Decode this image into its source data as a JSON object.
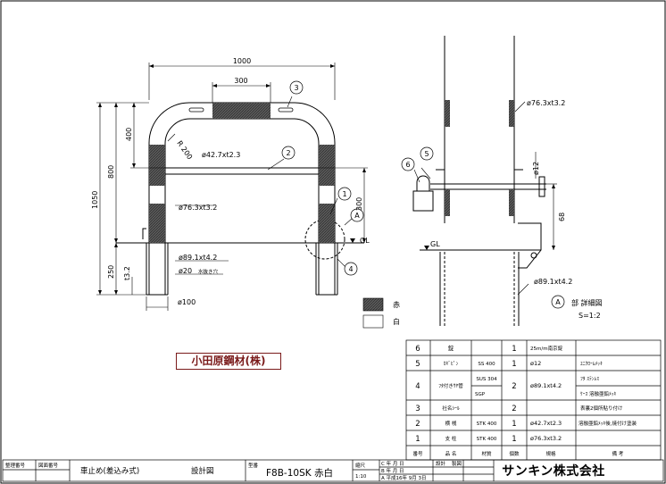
{
  "drawing": {
    "overall_width": "1000",
    "stripe_width": "300",
    "radius": "R 200",
    "height_400": "400",
    "height_800": "800",
    "height_1050": "1050",
    "height_250": "250",
    "height_300": "300",
    "crossbar_pipe": "ø42.7xt2.3",
    "main_pipe": "ø76.3xt3.2",
    "sleeve_pipe": "ø89.1xt4.2",
    "hole": "ø20",
    "hole_note": "水抜き穴",
    "base_dia": "ø100",
    "t32": "t3.2",
    "gl": "GL",
    "detail_main_pipe": "ø76.3xt3.2",
    "detail_pin": "ø12",
    "detail_68": "68",
    "detail_sleeve": "ø89.1xt4.2",
    "detail_mark": "A",
    "detail_title": "部  詳細図",
    "detail_scale": "S=1:2",
    "balloons": [
      "1",
      "2",
      "3",
      "4",
      "5",
      "6"
    ]
  },
  "legend": {
    "red": "赤",
    "white": "白"
  },
  "stamp": "小田原鋼材(株)",
  "parts": [
    {
      "no": "6",
      "name": "錠",
      "mat": "",
      "qty": "1",
      "spec": "25m/m南京錠",
      "note": ""
    },
    {
      "no": "5",
      "name": "ｶｷﾞﾋﾟﾝ",
      "mat": "SS 400",
      "qty": "1",
      "spec": "ø12",
      "note": "ﾕﾆｸﾛｰﾑﾒｯｷ"
    },
    {
      "no": "4",
      "name": "ﾌﾀ付きｻﾔ管",
      "mat": "SUS 304",
      "mat2": "SGP",
      "qty": "2",
      "spec": "ø89.1xt4.2",
      "note": "ﾌﾀ  ｽﾃﾝﾚｽ",
      "note2": "ｹｰｽ  溶融亜鉛ﾒｯｷ"
    },
    {
      "no": "3",
      "name": "社名ｼｰﾙ",
      "mat": "",
      "qty": "2",
      "spec": "",
      "note": "表裏2個所貼り付け"
    },
    {
      "no": "2",
      "name": "横  桟",
      "mat": "STK 400",
      "qty": "1",
      "spec": "ø42.7xt2.3",
      "note": "溶融亜鉛ﾒｯｷ後,焼付け塗装"
    },
    {
      "no": "1",
      "name": "支  柱",
      "mat": "STK 400",
      "qty": "1",
      "spec": "ø76.3xt3.2",
      "note": ""
    }
  ],
  "parts_header": {
    "no": "番号",
    "name": "品  名",
    "mat": "材質",
    "qty": "個数",
    "spec": "規格",
    "note": "備  考"
  },
  "title_block": {
    "mgmt_no_label": "整理番号",
    "drawing_no_label": "図面番号",
    "product": "車止め(差込み式)",
    "doc_type": "設計図",
    "model_label": "型番",
    "model": "F8B-10SK  赤白",
    "scale_label": "縮尺",
    "scale": "1:10",
    "rev_c": "C 年  月  日",
    "rev_b": "B 年  月  日",
    "rev_a": "A 平成16年 9月 3日",
    "designed_label": "設計",
    "drawn_label": "製図",
    "company": "サンキン株式会社"
  },
  "colors": {
    "stripe": "#5a5a5a",
    "line": "#000000",
    "stamp": "#7a1a1a"
  }
}
